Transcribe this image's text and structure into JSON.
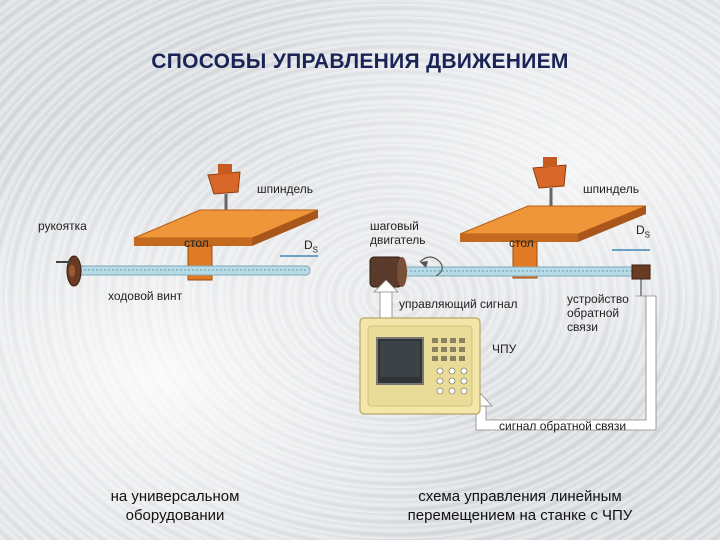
{
  "title": "СПОСОБЫ УПРАВЛЕНИЯ ДВИЖЕНИЕМ",
  "left": {
    "spindle": "шпиндель",
    "handle": "рукоятка",
    "table": "стол",
    "ds_main": "D",
    "ds_sub": "S",
    "lead_screw": "ходовой винт",
    "caption_line1": "на универсальном",
    "caption_line2": "оборудовании"
  },
  "right": {
    "spindle": "шпиндель",
    "stepper_line1": "шаговый",
    "stepper_line2": "двигатель",
    "table": "стол",
    "ds_main": "D",
    "ds_sub": "S",
    "control_signal": "управляющий сигнал",
    "feedback_line1": "устройство",
    "feedback_line2": "обратной",
    "feedback_line3": "связи",
    "cnc": "ЧПУ",
    "feedback_signal": "сигнал обратной связи",
    "caption_line1": "схема управления линейным",
    "caption_line2": "перемещением на станке с ЧПУ"
  },
  "colors": {
    "title": "#1a2355",
    "orange": "#e8892a",
    "orange_dark": "#b85e12",
    "spindle": "#d9672a",
    "screw": "#b7dbe6",
    "cnc_body": "#f3e6a8"
  }
}
